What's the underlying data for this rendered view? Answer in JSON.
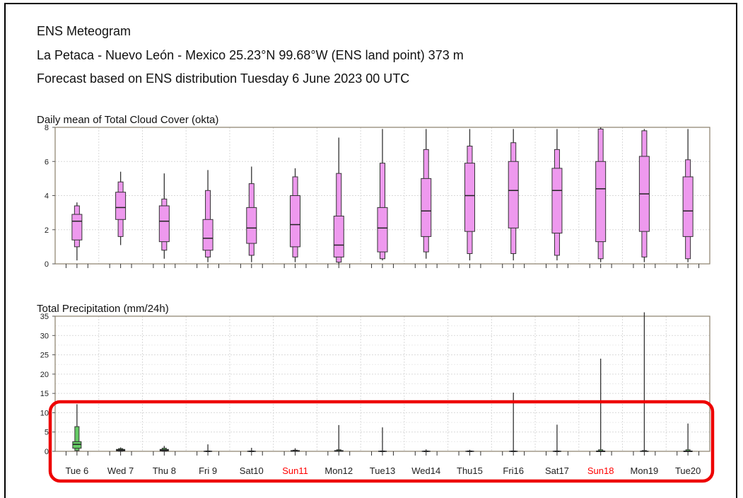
{
  "header": {
    "title": "ENS Meteogram",
    "location": "La Petaca - Nuevo León - Mexico 25.23°N 99.68°W (ENS land point) 373 m",
    "forecast": "Forecast based on ENS distribution Tuesday 6 June 2023 00 UTC"
  },
  "colors": {
    "cloud_box": "#ee99ee",
    "precip_box": "#66cc66",
    "weekend_label": "#ff0000",
    "highlight": "#ee0000"
  },
  "chart_data": [
    {
      "type": "boxplot",
      "title": "Daily mean of Total Cloud Cover (okta)",
      "ylim": [
        0,
        8
      ],
      "yticks": [
        0,
        2,
        4,
        6,
        8
      ],
      "grid": true,
      "categories": [
        "Tue 6",
        "Wed 7",
        "Thu 8",
        "Fri 9",
        "Sat10",
        "Sun11",
        "Mon12",
        "Tue13",
        "Wed14",
        "Thu15",
        "Fri16",
        "Sat17",
        "Sun18",
        "Mon19",
        "Tue20"
      ],
      "weekend": [
        "Sun11",
        "Sun18"
      ],
      "boxes": [
        {
          "min": 0.2,
          "p10": 1.0,
          "p25": 1.4,
          "median": 2.5,
          "p75": 2.9,
          "p90": 3.4,
          "max": 3.6
        },
        {
          "min": 1.1,
          "p10": 1.6,
          "p25": 2.6,
          "median": 3.3,
          "p75": 4.2,
          "p90": 4.8,
          "max": 5.4
        },
        {
          "min": 0.3,
          "p10": 0.8,
          "p25": 1.3,
          "median": 2.5,
          "p75": 3.4,
          "p90": 3.8,
          "max": 5.3
        },
        {
          "min": 0.1,
          "p10": 0.4,
          "p25": 0.8,
          "median": 1.5,
          "p75": 2.6,
          "p90": 4.3,
          "max": 5.5
        },
        {
          "min": 0.1,
          "p10": 0.5,
          "p25": 1.2,
          "median": 2.1,
          "p75": 3.3,
          "p90": 4.7,
          "max": 5.7
        },
        {
          "min": 0.1,
          "p10": 0.4,
          "p25": 1.0,
          "median": 2.3,
          "p75": 4.0,
          "p90": 5.1,
          "max": 5.6
        },
        {
          "min": 0.0,
          "p10": 0.1,
          "p25": 0.4,
          "median": 1.1,
          "p75": 2.8,
          "p90": 5.3,
          "max": 7.4
        },
        {
          "min": 0.2,
          "p10": 0.3,
          "p25": 0.7,
          "median": 2.1,
          "p75": 3.3,
          "p90": 5.9,
          "max": 7.9
        },
        {
          "min": 0.3,
          "p10": 0.7,
          "p25": 1.6,
          "median": 3.1,
          "p75": 5.0,
          "p90": 6.7,
          "max": 7.9
        },
        {
          "min": 0.2,
          "p10": 0.6,
          "p25": 1.9,
          "median": 4.0,
          "p75": 5.9,
          "p90": 6.9,
          "max": 7.9
        },
        {
          "min": 0.2,
          "p10": 0.6,
          "p25": 2.1,
          "median": 4.3,
          "p75": 6.0,
          "p90": 7.1,
          "max": 7.9
        },
        {
          "min": 0.2,
          "p10": 0.5,
          "p25": 1.8,
          "median": 4.3,
          "p75": 5.6,
          "p90": 6.7,
          "max": 7.9
        },
        {
          "min": 0.1,
          "p10": 0.3,
          "p25": 1.3,
          "median": 4.4,
          "p75": 6.0,
          "p90": 7.9,
          "max": 8.0
        },
        {
          "min": 0.1,
          "p10": 0.4,
          "p25": 1.9,
          "median": 4.1,
          "p75": 6.3,
          "p90": 7.8,
          "max": 7.9
        },
        {
          "min": 0.1,
          "p10": 0.3,
          "p25": 1.6,
          "median": 3.1,
          "p75": 5.1,
          "p90": 6.1,
          "max": 7.9
        }
      ]
    },
    {
      "type": "boxplot",
      "title": "Total Precipitation (mm/24h)",
      "ylim": [
        0,
        35
      ],
      "yticks": [
        0,
        5,
        10,
        15,
        20,
        25,
        30,
        35
      ],
      "grid": true,
      "categories": [
        "Tue 6",
        "Wed 7",
        "Thu 8",
        "Fri 9",
        "Sat10",
        "Sun11",
        "Mon12",
        "Tue13",
        "Wed14",
        "Thu15",
        "Fri16",
        "Sat17",
        "Sun18",
        "Mon19",
        "Tue20"
      ],
      "weekend": [
        "Sun11",
        "Sun18"
      ],
      "boxes": [
        {
          "min": 0,
          "p10": 0.2,
          "p25": 0.8,
          "median": 1.8,
          "p75": 2.5,
          "p90": 6.4,
          "max": 12.2
        },
        {
          "min": 0,
          "p10": 0.0,
          "p25": 0.1,
          "median": 0.3,
          "p75": 0.5,
          "p90": 0.7,
          "max": 1.0
        },
        {
          "min": 0,
          "p10": 0.0,
          "p25": 0.1,
          "median": 0.3,
          "p75": 0.5,
          "p90": 0.8,
          "max": 1.4
        },
        {
          "min": 0,
          "p10": 0.0,
          "p25": 0.0,
          "median": 0.0,
          "p75": 0.0,
          "p90": 0.1,
          "max": 1.8
        },
        {
          "min": 0,
          "p10": 0.0,
          "p25": 0.0,
          "median": 0.0,
          "p75": 0.0,
          "p90": 0.1,
          "max": 0.9
        },
        {
          "min": 0,
          "p10": 0.0,
          "p25": 0.0,
          "median": 0.1,
          "p75": 0.2,
          "p90": 0.3,
          "max": 0.8
        },
        {
          "min": 0,
          "p10": 0.0,
          "p25": 0.0,
          "median": 0.1,
          "p75": 0.2,
          "p90": 0.4,
          "max": 6.8
        },
        {
          "min": 0,
          "p10": 0.0,
          "p25": 0.0,
          "median": 0.0,
          "p75": 0.0,
          "p90": 0.1,
          "max": 6.2
        },
        {
          "min": 0,
          "p10": 0.0,
          "p25": 0.0,
          "median": 0.0,
          "p75": 0.0,
          "p90": 0.1,
          "max": 0.5
        },
        {
          "min": 0,
          "p10": 0.0,
          "p25": 0.0,
          "median": 0.0,
          "p75": 0.0,
          "p90": 0.1,
          "max": 0.4
        },
        {
          "min": 0,
          "p10": 0.0,
          "p25": 0.0,
          "median": 0.0,
          "p75": 0.0,
          "p90": 0.1,
          "max": 15.2
        },
        {
          "min": 0,
          "p10": 0.0,
          "p25": 0.0,
          "median": 0.0,
          "p75": 0.0,
          "p90": 0.1,
          "max": 6.9
        },
        {
          "min": 0,
          "p10": 0.0,
          "p25": 0.0,
          "median": 0.0,
          "p75": 0.1,
          "p90": 0.4,
          "max": 24.0
        },
        {
          "min": 0,
          "p10": 0.0,
          "p25": 0.0,
          "median": 0.0,
          "p75": 0.0,
          "p90": 0.2,
          "max": 36.0
        },
        {
          "min": 0,
          "p10": 0.0,
          "p25": 0.0,
          "median": 0.0,
          "p75": 0.1,
          "p90": 0.4,
          "max": 7.2
        }
      ]
    }
  ]
}
